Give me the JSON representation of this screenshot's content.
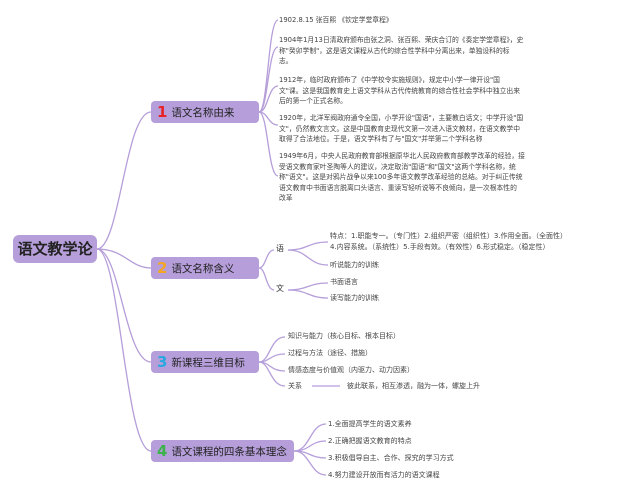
{
  "root": "语文教学论",
  "branches": [
    {
      "num": "1",
      "color": "#e8232a",
      "label": "语文名称由来",
      "items": [
        "1902.8.15 张百熙 《钦定学堂章程》",
        "1904年1月13日清政府颁布由张之洞、张百熙、荣庆合订的《奏定学堂章程》，史",
        "称\"癸卯学制\"，这是语文课程从古代的综合性学科中分离出来，单独设科的标",
        "志。",
        "1912年，临时政府颁布了《中学校令实施规则》，规定中小学一律开设\"国",
        "文\"课。这是我国教育史上语文学科从古代传统教育的综合性社会学科中独立出来",
        "后的第一个正式名称。",
        "1920年，北洋军阀政府通令全国，小学开设\"国语\"，主要教白话文；中学开设\"国",
        "文\"，仍然教文言文。这是中国教育史现代文第一次进入语文教材，在语文教学中",
        "取得了合法地位。于是，语文学科有了与\"国文\"并举第二个学科名称",
        "1949年6月，中央人民政府教育部根据原华北人民政府教育部教学改革的经验，接",
        "受语文教育家叶圣陶等人的建议，决定取消\"国语\"和\"国文\"这两个学科名称，统",
        "称\"语文\"。这是对鸦片战争以来100多年语文教学改革经验的总结。对于纠正传统",
        "语文教育中书面语言脱离口头语言、重读写轻听说等不良倾向，是一次根本性的",
        "改革"
      ]
    },
    {
      "num": "2",
      "color": "#f5a623",
      "label": "语文名称含义",
      "sub_a": "语",
      "sub_b": "文",
      "items": [
        "特点：1.职能专一。（专门性）2.组织严密（组织性）3.作用全面。（全面性）",
        "4.内容系统。（系统性）5.手段有效。（有效性）6.形式稳定。（稳定性）",
        "听说能力的训练",
        "书面语言",
        "读写能力的训练"
      ]
    },
    {
      "num": "3",
      "color": "#29a8e0",
      "label": "新课程三维目标",
      "items": [
        "知识与能力（核心目标、根本目标）",
        "过程与方法（途径、措施）",
        "情感态度与价值观（内驱力、动力因素）",
        "关系",
        "彼此联系，相互渗透，融为一体，螺旋上升"
      ]
    },
    {
      "num": "4",
      "color": "#3cb34a",
      "label": "语文课程的四条基本理念",
      "items": [
        "1.全面提高学生的语文素养",
        "2.正确把握语文教育的特点",
        "3.积极倡导自主、合作、探究的学习方式",
        "4.努力建设开放而有活力的语文课程"
      ]
    }
  ],
  "colors": {
    "node_fill": "#b59ed9",
    "edge": "#b59ed9"
  }
}
